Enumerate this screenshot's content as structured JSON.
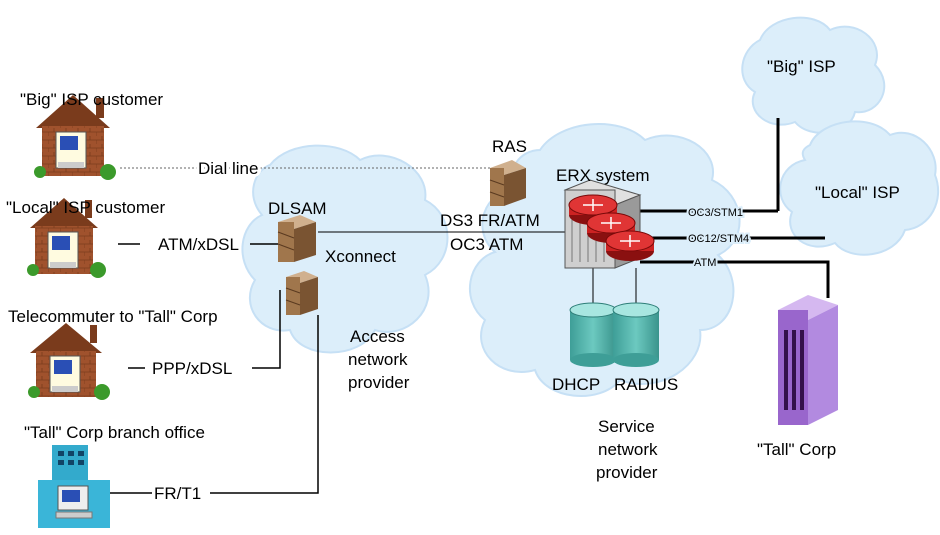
{
  "customers": {
    "big_isp": "\"Big\" ISP customer",
    "local_isp": "\"Local\" ISP customer",
    "telecommuter": "Telecommuter to \"Tall\" Corp",
    "branch_office": "\"Tall\" Corp branch office"
  },
  "links": {
    "dial_line": "Dial line",
    "atm_xdsl": "ATM/xDSL",
    "ppp_xdsl": "PPP/xDSL",
    "fr_t1": "FR/T1",
    "ds3": "DS3 FR/ATM",
    "oc3_atm": "OC3 ATM",
    "oc3_stm1": "OC3/STM1",
    "oc12_stm4": "OC12/STM4",
    "atm": "ATM"
  },
  "access": {
    "dlsam": "DLSAM",
    "xconnect": "Xconnect",
    "label_line1": "Access",
    "label_line2": "network",
    "label_line3": "provider"
  },
  "service": {
    "ras": "RAS",
    "erx": "ERX system",
    "dhcp": "DHCP",
    "radius": "RADIUS",
    "label_line1": "Service",
    "label_line2": "network",
    "label_line3": "provider"
  },
  "destinations": {
    "big_isp": "\"Big\" ISP",
    "local_isp": "\"Local\" ISP",
    "tall_corp": "\"Tall\" Corp"
  },
  "colors": {
    "cloud": "#dceefa",
    "cloud_edge": "#b5d6f0",
    "router": "#cc2222",
    "brick": "#a0522d",
    "tall_corp": "#9966cc",
    "db": "#55b8b0"
  }
}
